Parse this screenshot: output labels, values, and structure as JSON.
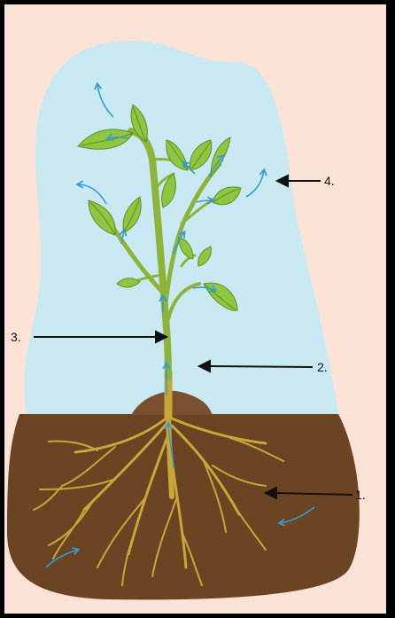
{
  "diagram": {
    "labels": {
      "one": "1.",
      "two": "2.",
      "three": "3.",
      "four": "4."
    }
  },
  "colors": {
    "frame_background": "#fbe2d6",
    "sky": "#c9e9f2",
    "soil": "#6b4423",
    "soil_mound": "#7a5030",
    "roots": "#c9a63a",
    "stem": "#8db33c",
    "leaf": "#8dc640",
    "leaf_vein": "#5f8f24",
    "water_arrow": "#3a9ad0",
    "label_arrow": "#111111"
  }
}
